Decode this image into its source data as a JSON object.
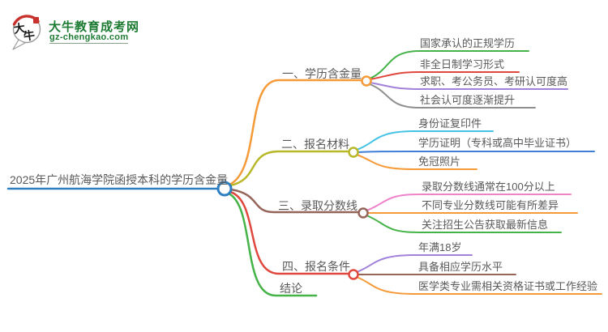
{
  "logo": {
    "badge_chars": [
      "大",
      "牛"
    ],
    "title": "大牛教育成考网",
    "url": "gz-chengkao.com"
  },
  "colors": {
    "root_blue": "#2e7fc2",
    "orange": "#f59a38",
    "olive": "#b7b728",
    "brown": "#96655a",
    "red": "#e0483e",
    "green": "#45b348",
    "purple": "#a181d9",
    "gray": "#8f8f8f",
    "cyan": "#45c3e4",
    "blue": "#3e7ed6",
    "pink": "#ef83cb",
    "logo_red": "#c8322c",
    "logo_green": "#1e7b33",
    "text_gray": "#595959"
  },
  "mindmap": {
    "root": "2025年广州航海学院函授本科的学历含金量",
    "branches": [
      {
        "label": "一、学历含金量",
        "children": [
          "国家承认的正规学历",
          "非全日制学习形式",
          "求职、考公务员、考研认可度高",
          "社会认可度逐渐提升"
        ]
      },
      {
        "label": "二、报名材料",
        "children": [
          "身份证复印件",
          "学历证明（专科或高中毕业证书）",
          "免冠照片"
        ]
      },
      {
        "label": "三、录取分数线",
        "children": [
          "录取分数线通常在100分以上",
          "不同专业分数线可能有所差异",
          "关注招生公告获取最新信息"
        ]
      },
      {
        "label": "四、报名条件",
        "children": [
          "年满18岁",
          "具备相应学历水平",
          "医学类专业需相关资格证书或工作经验"
        ]
      },
      {
        "label": "结论",
        "children": []
      }
    ]
  }
}
